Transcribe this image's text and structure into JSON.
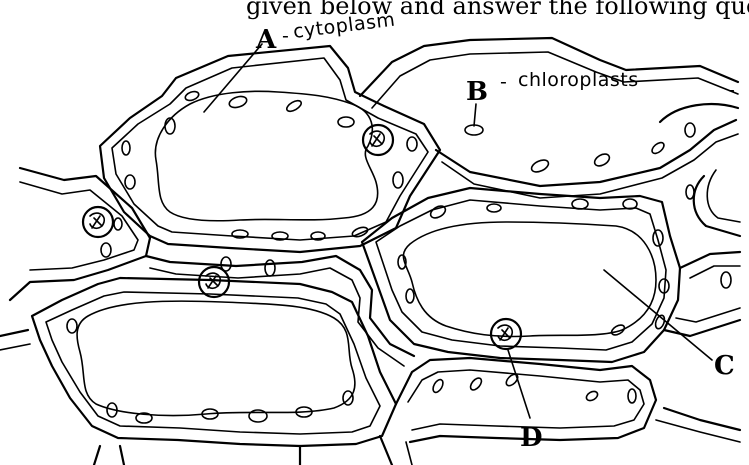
{
  "header_text": "given below and answer the following question.",
  "labels": {
    "a": {
      "letter": "A",
      "annotation": "cytoplasm",
      "dash": "-"
    },
    "b": {
      "letter": "B",
      "annotation": "chloroplasts",
      "dash": "-"
    },
    "c": {
      "letter": "C"
    },
    "d": {
      "letter": "D"
    }
  },
  "stray_mark": "-"
}
